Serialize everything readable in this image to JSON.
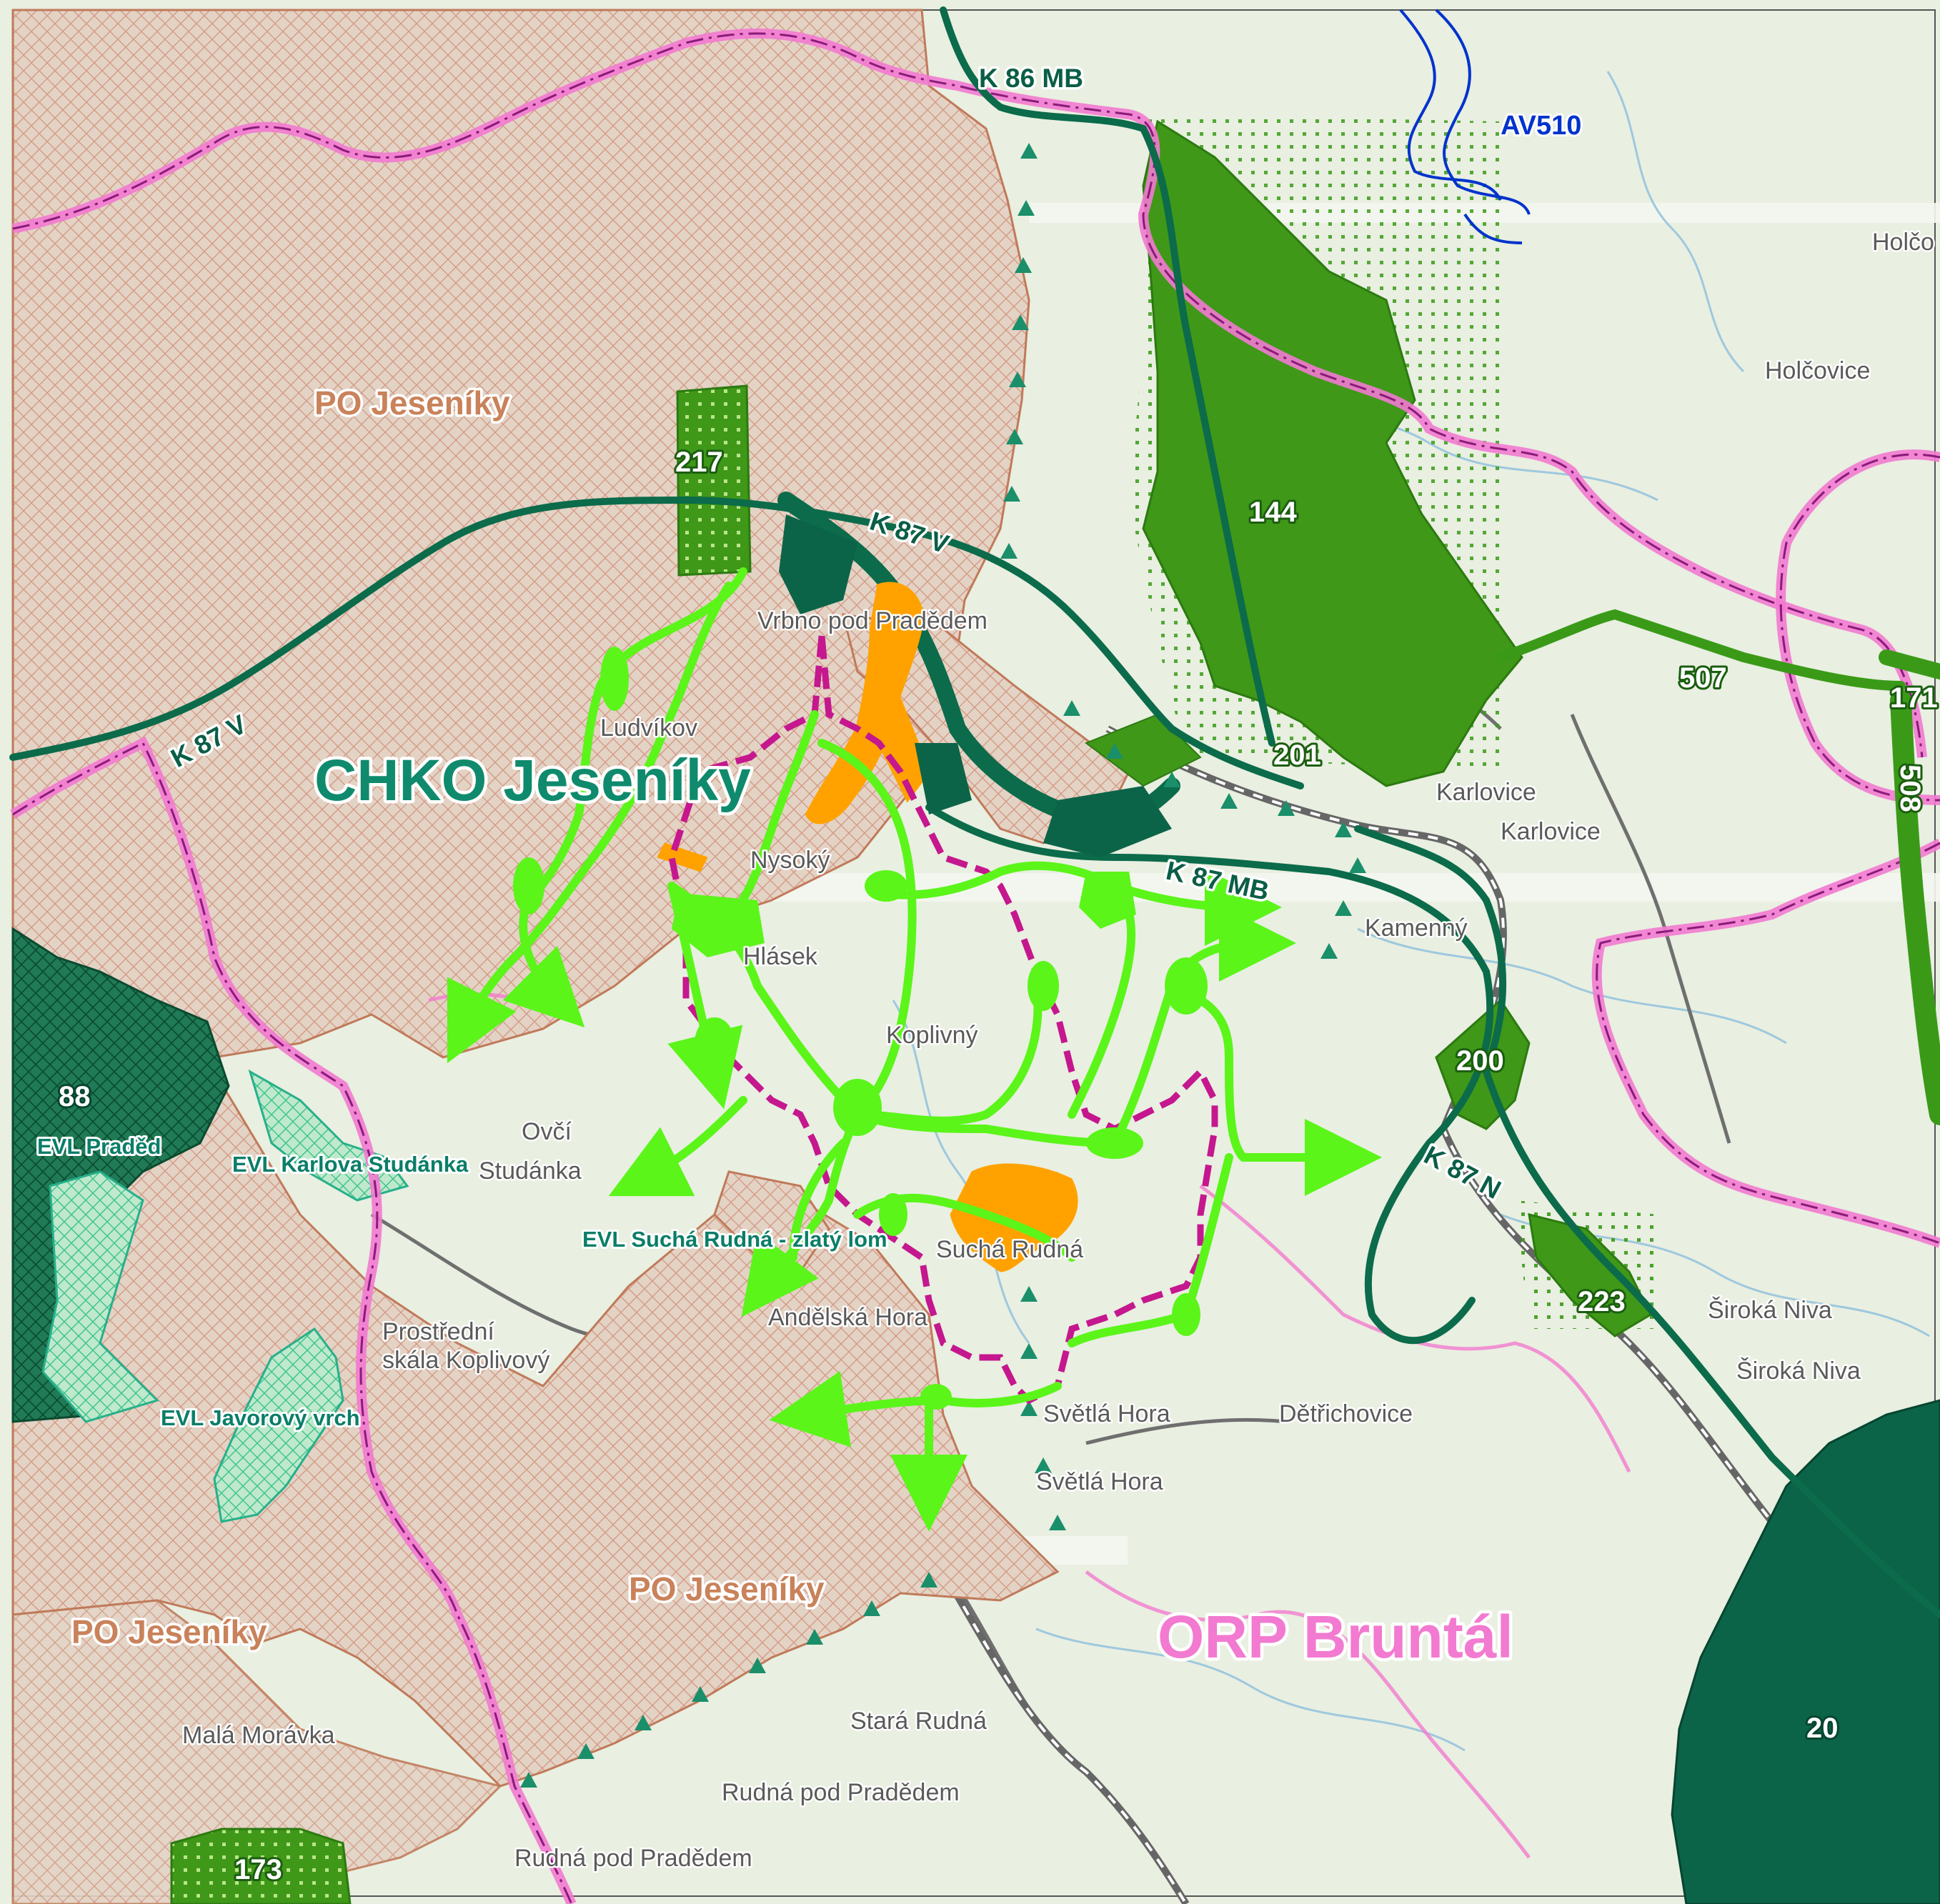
{
  "map": {
    "protected_areas": {
      "po_labels": [
        "PO Jeseníky",
        "PO Jeseníky",
        "PO Jeseníky"
      ],
      "chko_label": "CHKO Jeseníky",
      "orp_label": "ORP Bruntál"
    },
    "evl_labels": [
      "EVL Praděd",
      "EVL Karlova Studánka",
      "EVL Javorový vrch",
      "EVL Suchá Rudná - zlatý lom"
    ],
    "corridor_labels": [
      "K 86 MB",
      "K 87 V",
      "K 87 V",
      "K 87 MB",
      "K 87 N"
    ],
    "biocentre_labels": [
      "217",
      "144",
      "201",
      "200",
      "223",
      "88",
      "173",
      "20",
      "507",
      "171",
      "508"
    ],
    "hydro_label": "AV510",
    "place_names": [
      "Holčovice",
      "Holčo",
      "Karlovice",
      "Karlovice",
      "Široká Niva",
      "Široká Niva",
      "Světlá Hora",
      "Světlá Hora",
      "Rudná pod Pradědem",
      "Rudná pod Pradědem",
      "Malá Morávka",
      "Andělská Hora",
      "Vrbno pod Pradědem",
      "Ludvíkov",
      "Studánka",
      "Dětřichovice",
      "Stará Rudná",
      "Kamenný",
      "Suchá Rudná",
      "Hlásek",
      "Koplivný",
      "Nysoký",
      "Ovčí",
      "Prostřední",
      "skála Koplivový"
    ],
    "colors": {
      "po_hatch": "#d49a86",
      "chko_border": "#ec6fd0",
      "orp_border": "#b01a8c",
      "corridor": "#0b6b4a",
      "biocentre": "#3a9a18",
      "biocentre_dark": "#0c6448",
      "migration": "#5bf51a",
      "quarry": "#ffa200",
      "hydro": "#0033cc",
      "railway": "#666666"
    }
  }
}
